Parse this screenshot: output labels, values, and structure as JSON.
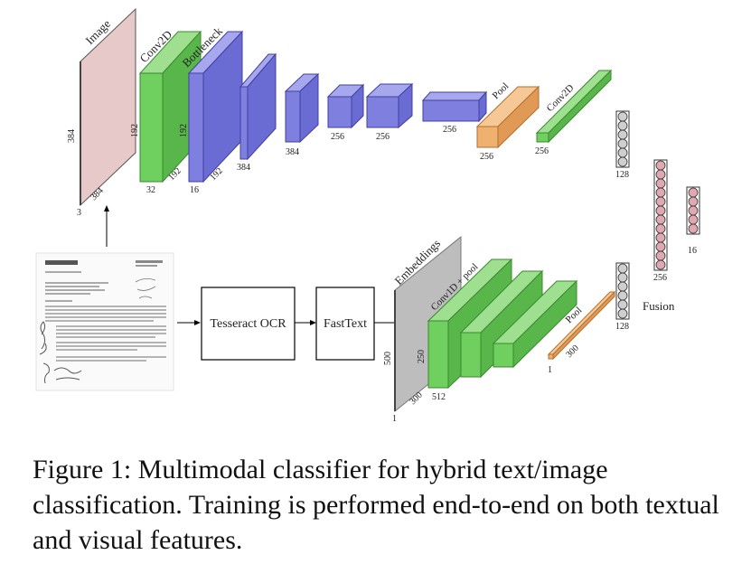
{
  "colors": {
    "image": "#e8c9c9",
    "conv": "#6fcf5f",
    "bottleneck": "#7f7fe0",
    "pool": "#f0b070",
    "embedding": "#bdbdbd",
    "neuron_gray": "#cfcfcf",
    "neuron_pink": "#e0a8b0"
  },
  "visual_branch": {
    "image_label": "Image",
    "image_dims": [
      "384",
      "384",
      "3"
    ],
    "conv2d_label": "Conv2D",
    "conv2d_dims": [
      "192",
      "192",
      "32"
    ],
    "bottleneck_label": "Bottleneck",
    "bottleneck_dims": [
      "192",
      "192",
      "16"
    ],
    "block_dims": [
      "384",
      "384",
      "256",
      "256",
      "256"
    ],
    "pool_label": "Pool",
    "pool_dim": "256",
    "conv2d_small_label": "Conv2D",
    "conv2d_small_dim": "256",
    "dense_dim": "128"
  },
  "text_branch": {
    "ocr_label": "Tesseract OCR",
    "fasttext_label": "FastText",
    "embeddings_label": "Embeddings",
    "embedding_dims": [
      "500",
      "300",
      "1"
    ],
    "conv1d_label": "Conv1D + pool",
    "conv1d_dims": [
      "250",
      "512"
    ],
    "pool_label": "Pool",
    "pool_dims": [
      "1",
      "300"
    ],
    "dense_dim": "128"
  },
  "fusion": {
    "label": "Fusion",
    "dim": "256",
    "output_dim": "16"
  },
  "caption": {
    "line1": "Figure 1:  Multimodal classifier for hybrid text/image",
    "line2": "classification. Training is performed end-to-end on both textual",
    "line3": "and visual features."
  }
}
